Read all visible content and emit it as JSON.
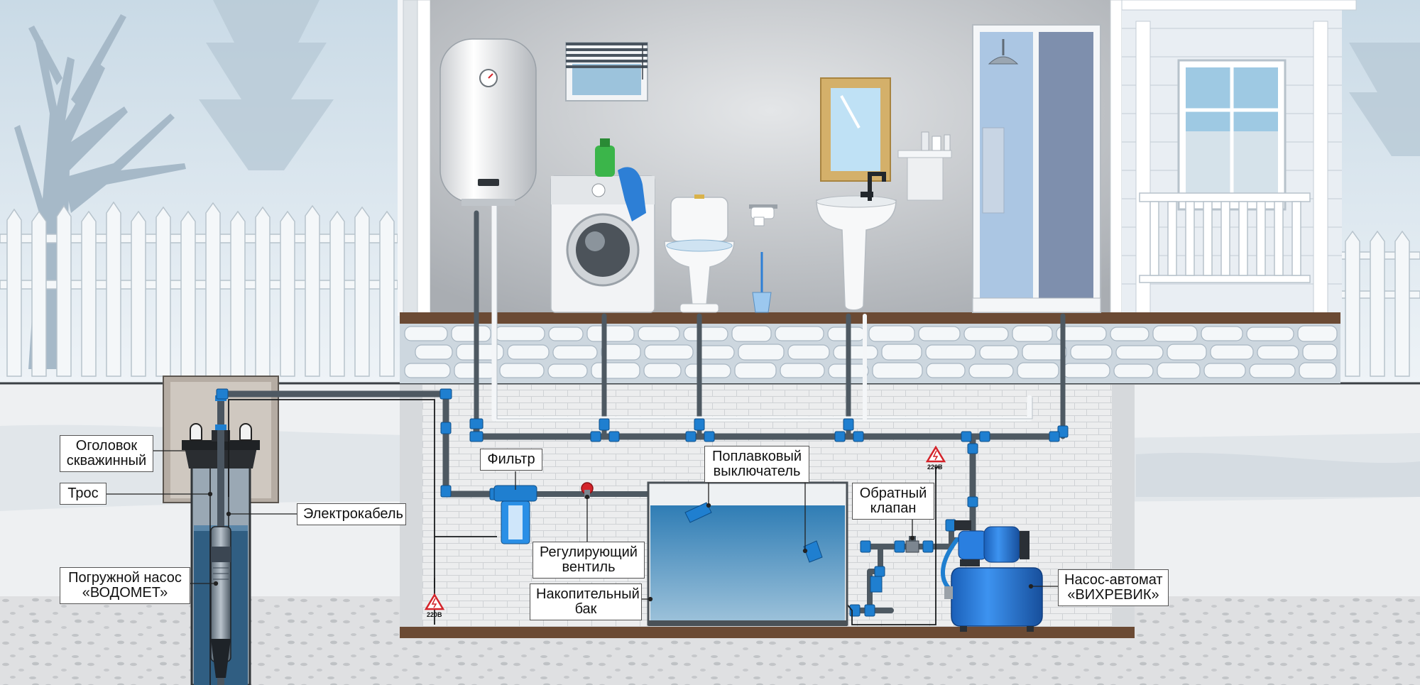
{
  "labels": {
    "wellhead": [
      "Оголовок",
      "скважинный"
    ],
    "rope": "Трос",
    "electric_cable": "Электрокабель",
    "submersible_pump": [
      "Погружной насос",
      "«ВОДОМЕТ»"
    ],
    "filter": "Фильтр",
    "regulating_valve": [
      "Регулирующий",
      "вентиль"
    ],
    "float_switch": [
      "Поплавковый",
      "выключатель"
    ],
    "storage_tank": [
      "Накопительный",
      "бак"
    ],
    "check_valve": [
      "Обратный",
      "клапан"
    ],
    "pump_station": [
      "Насос-автомат",
      "«ВИХРЕВИК»"
    ],
    "voltage_left": "220В",
    "voltage_right": "220В"
  },
  "colors": {
    "sky": "#dbe7ef",
    "tree": "#a9bccb",
    "room_wall": "#c4c7cb",
    "floor_beam": "#6b4a34",
    "pipe_dark": "#4e5962",
    "fitting_blue": "#1f7fd0",
    "pump_blue": "#2a7fe0",
    "water": "#3c7fb0",
    "warning_red": "#d4232a"
  },
  "icons": [
    "tree-icon",
    "fence-icon",
    "water-heater-icon",
    "window-blinds-icon",
    "washing-machine-icon",
    "toilet-icon",
    "toilet-brush-icon",
    "paper-roll-icon",
    "mirror-icon",
    "sink-icon",
    "shower-cabin-icon",
    "shower-head-icon",
    "high-voltage-warning-icon"
  ]
}
